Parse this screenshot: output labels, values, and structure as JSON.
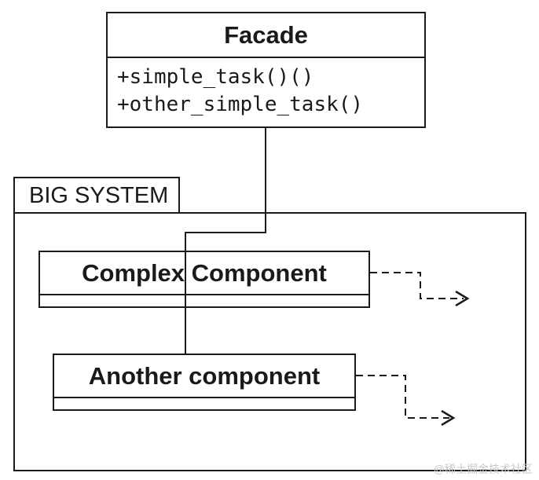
{
  "facade": {
    "title": "Facade",
    "methods": [
      "+simple_task()()",
      "+other_simple_task()"
    ]
  },
  "system": {
    "label": "BIG SYSTEM",
    "components": [
      {
        "name": "Complex Component"
      },
      {
        "name": "Another component"
      }
    ]
  },
  "watermark": "@稀土掘金技术社区",
  "colors": {
    "stroke": "#1a1a1a",
    "background": "#ffffff",
    "watermark": "#c9c9c9"
  }
}
